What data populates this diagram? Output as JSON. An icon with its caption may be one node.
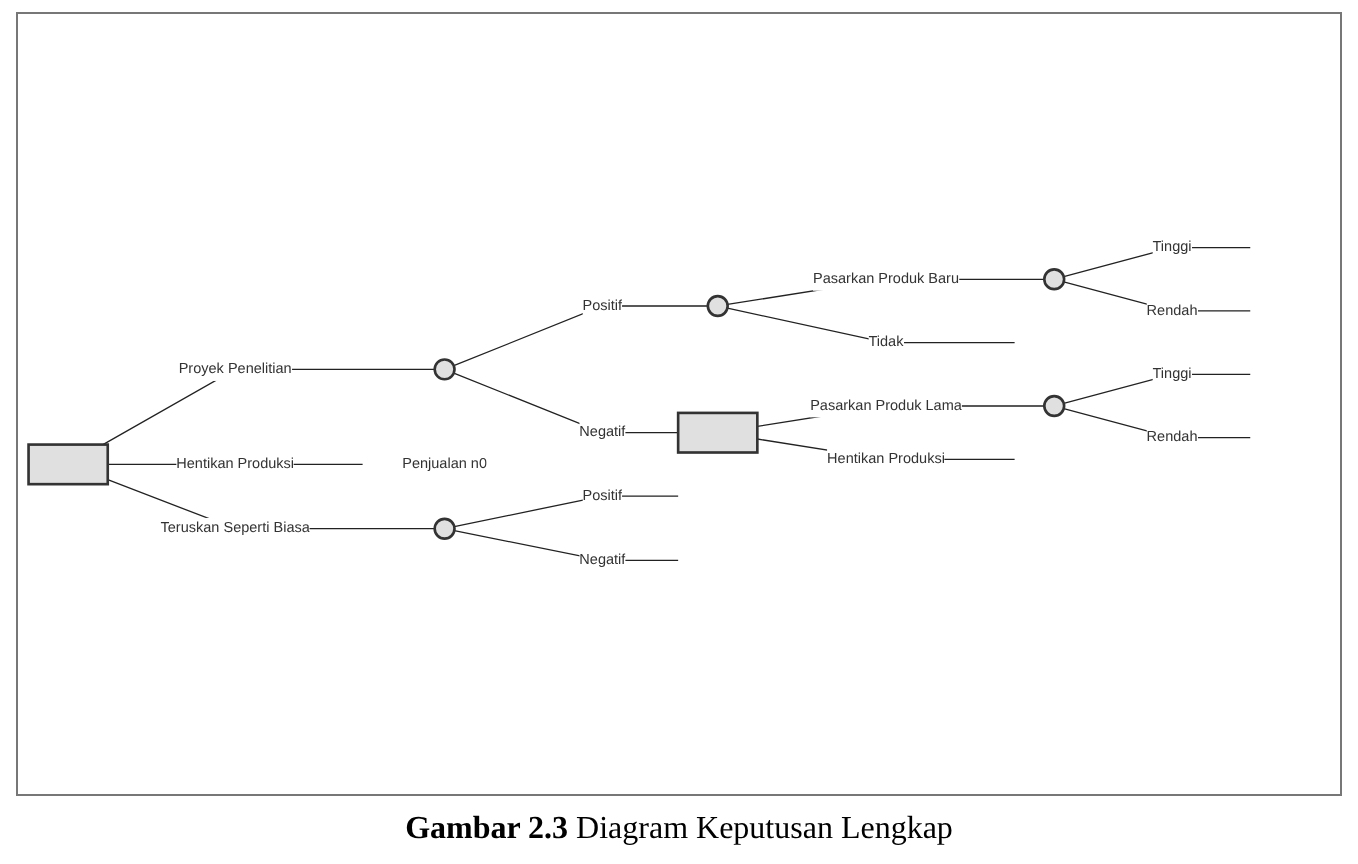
{
  "diagram": {
    "caption": "**Gambar 2.3** Diagram Keputusan Lengkap",
    "nodes": [
      {
        "text": [],
        "shape": "box"
      },
      {
        "text": [],
        "shape": "circle"
      },
      {
        "text": [],
        "shape": "circle"
      },
      {
        "text": [],
        "shape": "circle"
      },
      {
        "text": [],
        "shape": "box"
      },
      {
        "text": [],
        "shape": "circle"
      },
      {
        "text": [
          "Penjualan n0"
        ]
      },
      {
        "text": [],
        "shape": "circle"
      }
    ],
    "edges": [
      {
        "from": 0,
        "to": 1,
        "arrow": "none",
        "label": "Proyek Penelitian"
      },
      {
        "from": 1,
        "to": 2,
        "arrow": "none",
        "label": "Positif"
      },
      {
        "from": 2,
        "to": 3,
        "arrow": "none",
        "label": "Pasarkan Produk Baru"
      },
      {
        "from": 3,
        "to": null,
        "arrow": "none",
        "label": "Tinggi"
      },
      {
        "from": 3,
        "to": null,
        "arrow": "none",
        "label": "Rendah"
      },
      {
        "from": 2,
        "to": null,
        "arrow": "none",
        "label": "Tidak"
      },
      {
        "from": 1,
        "to": 4,
        "arrow": "none",
        "label": "Negatif"
      },
      {
        "from": 4,
        "to": 5,
        "arrow": "none",
        "label": "Pasarkan Produk Lama"
      },
      {
        "from": 5,
        "to": null,
        "arrow": "none",
        "label": "Tinggi"
      },
      {
        "from": 5,
        "to": null,
        "arrow": "none",
        "label": "Rendah"
      },
      {
        "from": 4,
        "to": null,
        "arrow": "none",
        "label": "Hentikan Produksi"
      },
      {
        "from": 0,
        "to": 6,
        "arrow": "none",
        "label": "Hentikan Produksi"
      },
      {
        "from": 0,
        "to": 7,
        "arrow": "none",
        "label": "Teruskan Seperti Biasa"
      },
      {
        "from": 7,
        "to": null,
        "arrow": "none",
        "label": "Positif"
      },
      {
        "from": 7,
        "to": null,
        "arrow": "none",
        "label": "Negatif"
      }
    ]
  }
}
